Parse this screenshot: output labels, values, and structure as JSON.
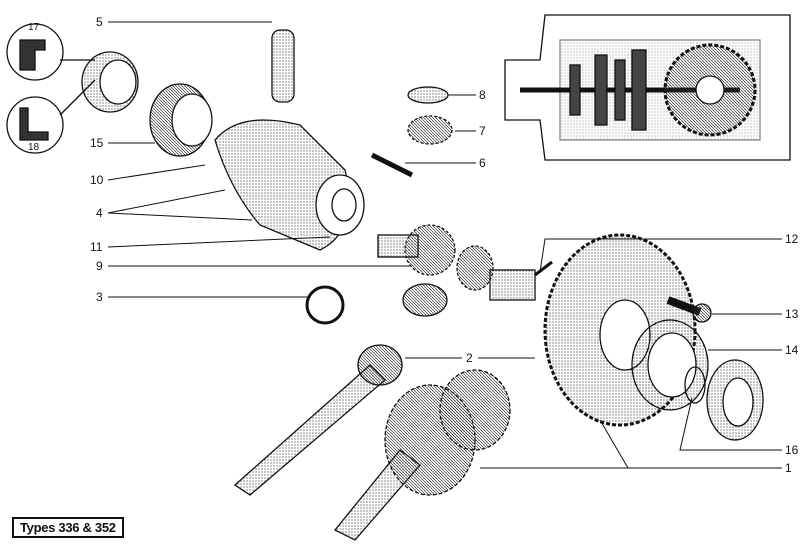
{
  "caption": "Types 336 & 352",
  "callouts": {
    "c1": "1",
    "c2": "2",
    "c3": "3",
    "c4": "4",
    "c5": "5",
    "c6": "6",
    "c7": "7",
    "c8": "8",
    "c9": "9",
    "c10": "10",
    "c11": "11",
    "c12": "12",
    "c13": "13",
    "c14": "14",
    "c15": "15",
    "c16": "16",
    "c17": "17",
    "c18": "18"
  },
  "colors": {
    "ink": "#111111",
    "shade": "#555555",
    "paper": "#ffffff"
  }
}
